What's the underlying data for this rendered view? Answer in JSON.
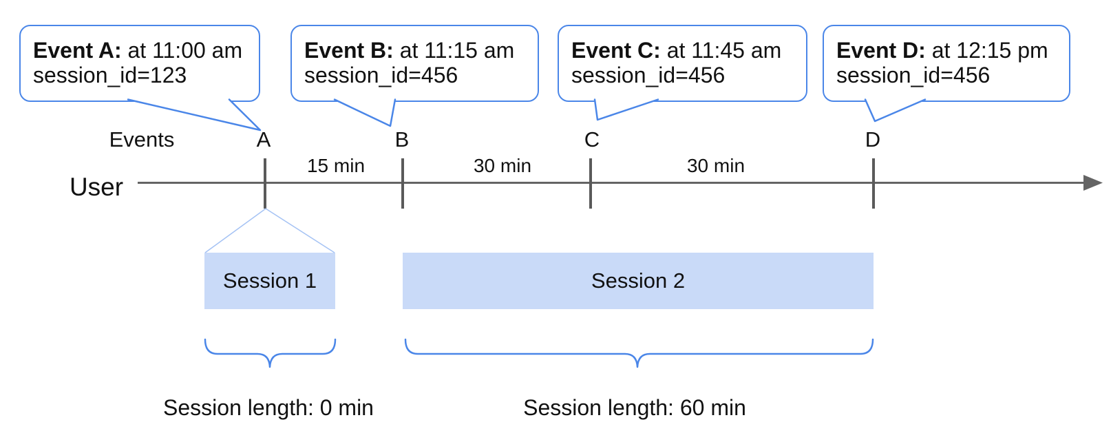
{
  "colors": {
    "accent_blue": "#4a86e8",
    "fan_blue": "#a4c2f4",
    "session_fill": "#c9daf8",
    "line_gray": "#646464",
    "tick_gray": "#5a5a5a",
    "text": "#111111"
  },
  "labels": {
    "events_axis": "Events",
    "user": "User"
  },
  "events": [
    {
      "label": "A",
      "title": "Event A:",
      "time": " at 11:00 am",
      "session_id": "session_id=123"
    },
    {
      "label": "B",
      "title": "Event B:",
      "time": " at 11:15 am",
      "session_id": "session_id=456"
    },
    {
      "label": "C",
      "title": "Event C:",
      "time": " at 11:45 am",
      "session_id": "session_id=456"
    },
    {
      "label": "D",
      "title": "Event D:",
      "time": " at 12:15 pm",
      "session_id": "session_id=456"
    }
  ],
  "intervals": [
    {
      "label": "15 min"
    },
    {
      "label": "30 min"
    },
    {
      "label": "30 min"
    }
  ],
  "sessions": [
    {
      "label": "Session 1",
      "length_label": "Session length: 0 min"
    },
    {
      "label": "Session 2",
      "length_label": "Session length: 60 min"
    }
  ]
}
